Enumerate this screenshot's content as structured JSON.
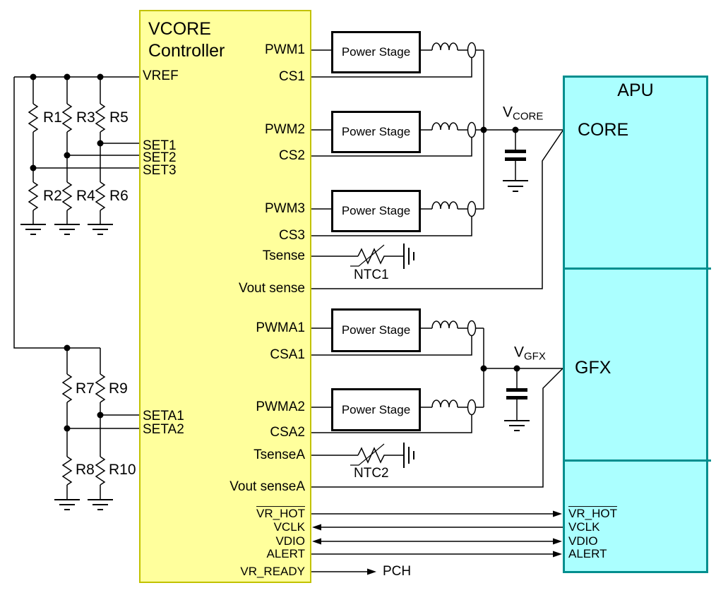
{
  "controller": {
    "title1": "VCORE",
    "title2": "Controller",
    "pins_left": [
      "VREF",
      "SET1",
      "SET2",
      "SET3",
      "SETA1",
      "SETA2"
    ],
    "pins_right": [
      "PWM1",
      "CS1",
      "PWM2",
      "CS2",
      "PWM3",
      "CS3",
      "Tsense",
      "Vout sense",
      "PWMA1",
      "CSA1",
      "PWMA2",
      "CSA2",
      "TsenseA",
      "Vout senseA"
    ],
    "signals": [
      "VR_HOT",
      "VCLK",
      "VDIO",
      "ALERT",
      "VR_READY"
    ]
  },
  "power_stages": {
    "label": "Power Stage",
    "count": 5
  },
  "apu": {
    "title": "APU",
    "sections": [
      "CORE",
      "GFX"
    ],
    "signals": [
      "VR_HOT",
      "VCLK",
      "VDIO",
      "ALERT"
    ]
  },
  "nets": {
    "vcore": {
      "base": "V",
      "sub": "CORE"
    },
    "vgfx": {
      "base": "V",
      "sub": "GFX"
    },
    "pch": "PCH"
  },
  "components": {
    "resistors": [
      "R1",
      "R2",
      "R3",
      "R4",
      "R5",
      "R6",
      "R7",
      "R8",
      "R9",
      "R10"
    ],
    "thermistors": [
      "NTC1",
      "NTC2"
    ]
  },
  "colors": {
    "controller_fill": "#FFFF9C",
    "controller_border": "#C2C200",
    "apu_fill": "#ABFFFF",
    "apu_border": "#008E8E",
    "wire": "#000000",
    "background": "#FFFFFF"
  }
}
